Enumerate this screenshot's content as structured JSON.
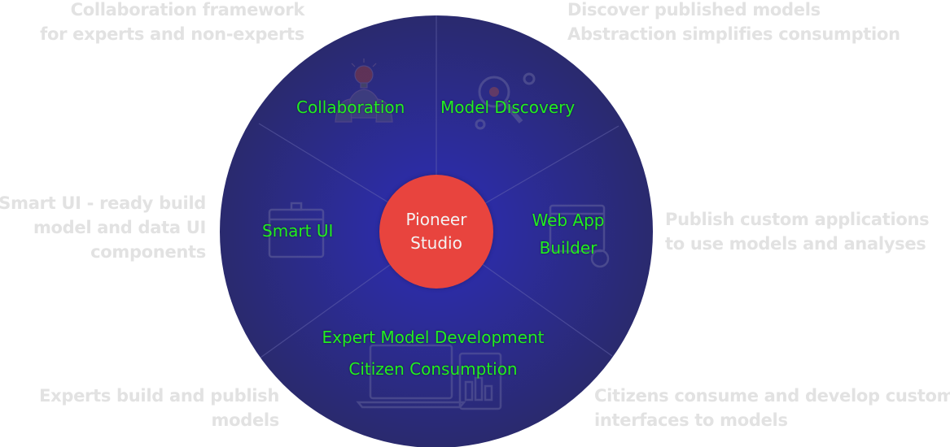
{
  "colors": {
    "wheel": "#2a2a6e",
    "wheel_center": "#2d2db8",
    "hub": "#e8443e",
    "segment_label": "#22ee22",
    "note_text": "#e2e2e2"
  },
  "hub": {
    "line1": "Pioneer",
    "line2": "Studio"
  },
  "segments": {
    "collaboration": {
      "label": "Collaboration",
      "icon": "lightbulb-person-icon"
    },
    "model_discovery": {
      "label": "Model Discovery",
      "icon": "magnifier-gears-icon"
    },
    "web_app_builder": {
      "line1": "Web App",
      "line2": "Builder",
      "icon": "browser-gear-icon"
    },
    "smart_ui": {
      "label": "Smart UI",
      "icon": "ui-panel-icon"
    },
    "expert_model_development": {
      "label": "Expert Model Development",
      "icon": "laptop-dashboard-icon"
    },
    "citizen_consumption": {
      "label": "Citizen Consumption"
    }
  },
  "notes": {
    "collaboration": {
      "line1": "Collaboration framework",
      "line2": "for experts and non-experts"
    },
    "model_discovery": {
      "line1": "Discover published models",
      "line2": "Abstraction simplifies consumption"
    },
    "smart_ui": {
      "line1": "Smart UI - ready build",
      "line2": "model and data UI",
      "line3": "components"
    },
    "web_app_builder": {
      "line1": "Publish custom applications",
      "line2": "to use models and analyses"
    },
    "expert": {
      "line1": "Experts build and publish",
      "line2": "models"
    },
    "citizen": {
      "line1": "Citizens consume and develop custom",
      "line2": "interfaces to models"
    }
  }
}
